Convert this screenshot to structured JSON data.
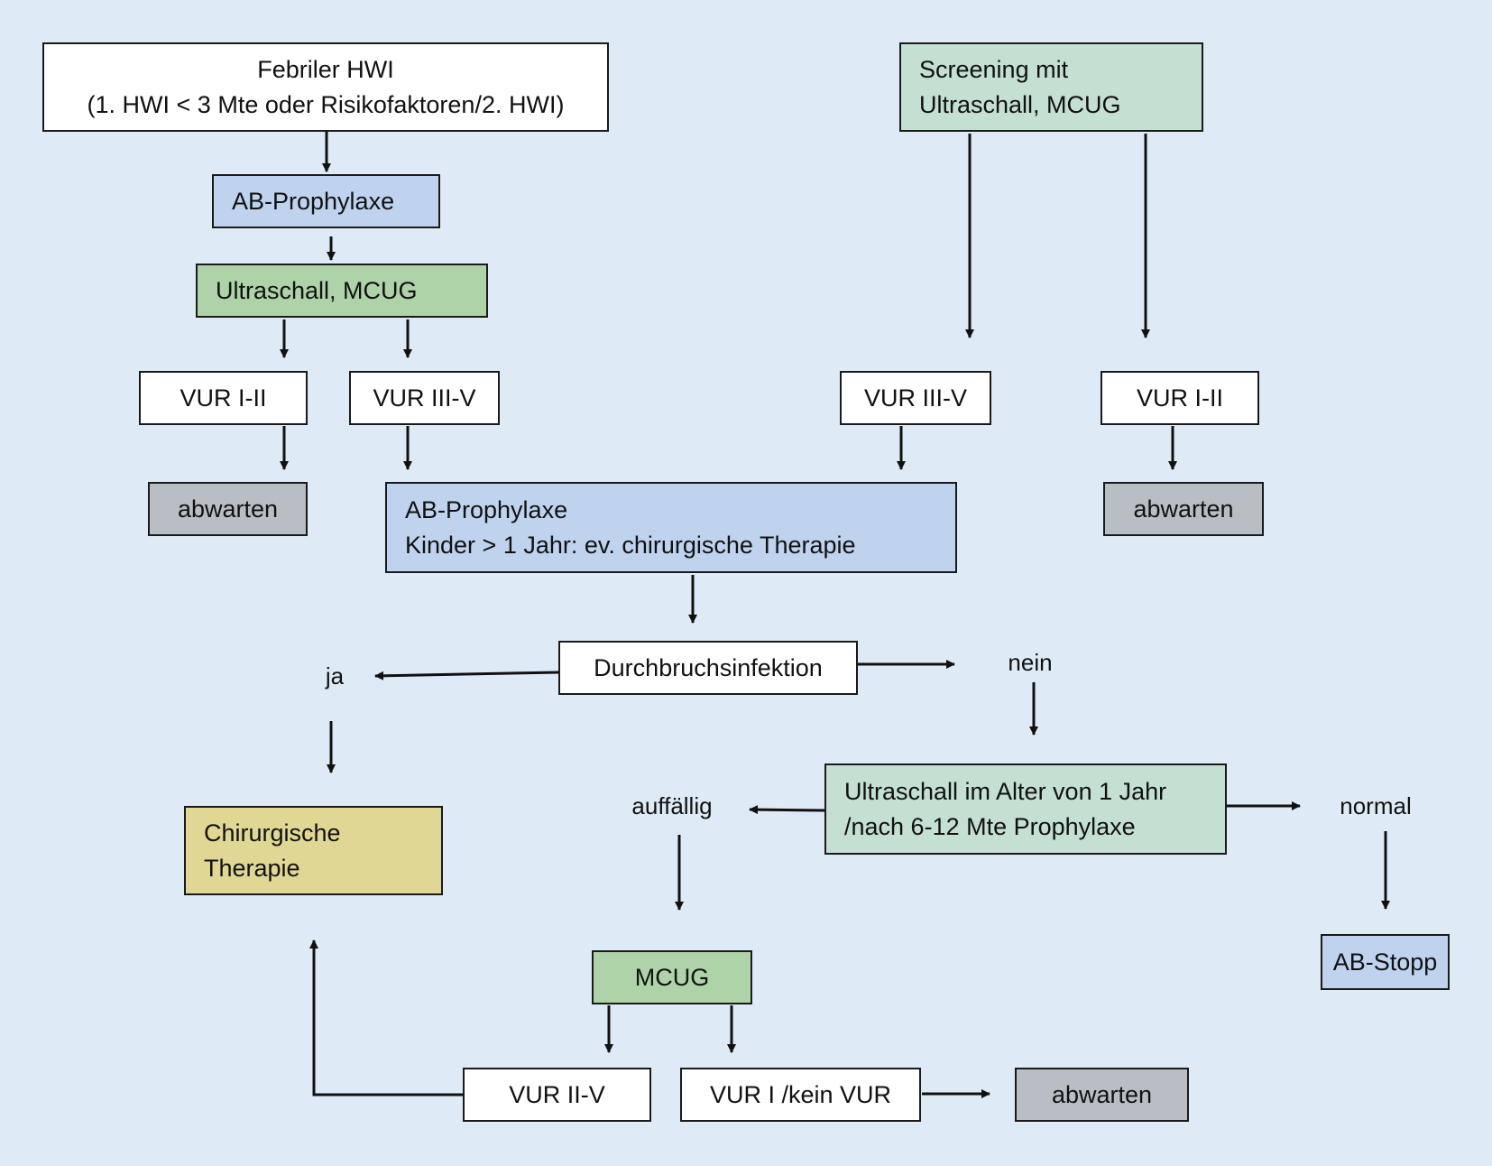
{
  "boxes": {
    "febriler_hwi": [
      "Febriler HWI",
      "(1. HWI < 3 Mte oder Risikofaktoren/2. HWI)"
    ],
    "ab_prophylaxe_top": [
      "AB-Prophylaxe"
    ],
    "ultraschall_mcug_left": [
      "Ultraschall, MCUG"
    ],
    "screening": [
      "Screening mit",
      "Ultraschall, MCUG"
    ],
    "vur_1_2_left": [
      "VUR I-II"
    ],
    "vur_3_5_left": [
      "VUR III-V"
    ],
    "vur_3_5_right": [
      "VUR III-V"
    ],
    "vur_1_2_right": [
      "VUR I-II"
    ],
    "abwarten_left": [
      "abwarten"
    ],
    "ab_prophylaxe_main": [
      "AB-Prophylaxe",
      "Kinder > 1 Jahr: ev. chirurgische Therapie"
    ],
    "abwarten_right": [
      "abwarten"
    ],
    "durchbruchsinfektion": [
      "Durchbruchsinfektion"
    ],
    "chirurgische_therapie": [
      "Chirurgische",
      "Therapie"
    ],
    "ultraschall_alter": [
      "Ultraschall im Alter von 1 Jahr",
      "/nach 6-12 Mte Prophylaxe"
    ],
    "ab_stopp": [
      "AB-Stopp"
    ],
    "mcug_bottom": [
      "MCUG"
    ],
    "vur_2_5": [
      "VUR II-V"
    ],
    "vur_1_kein": [
      "VUR I /kein VUR"
    ],
    "abwarten_bottom": [
      "abwarten"
    ]
  },
  "labels": {
    "ja": "ja",
    "nein": "nein",
    "auffaellig": "auffällig",
    "normal": "normal"
  }
}
